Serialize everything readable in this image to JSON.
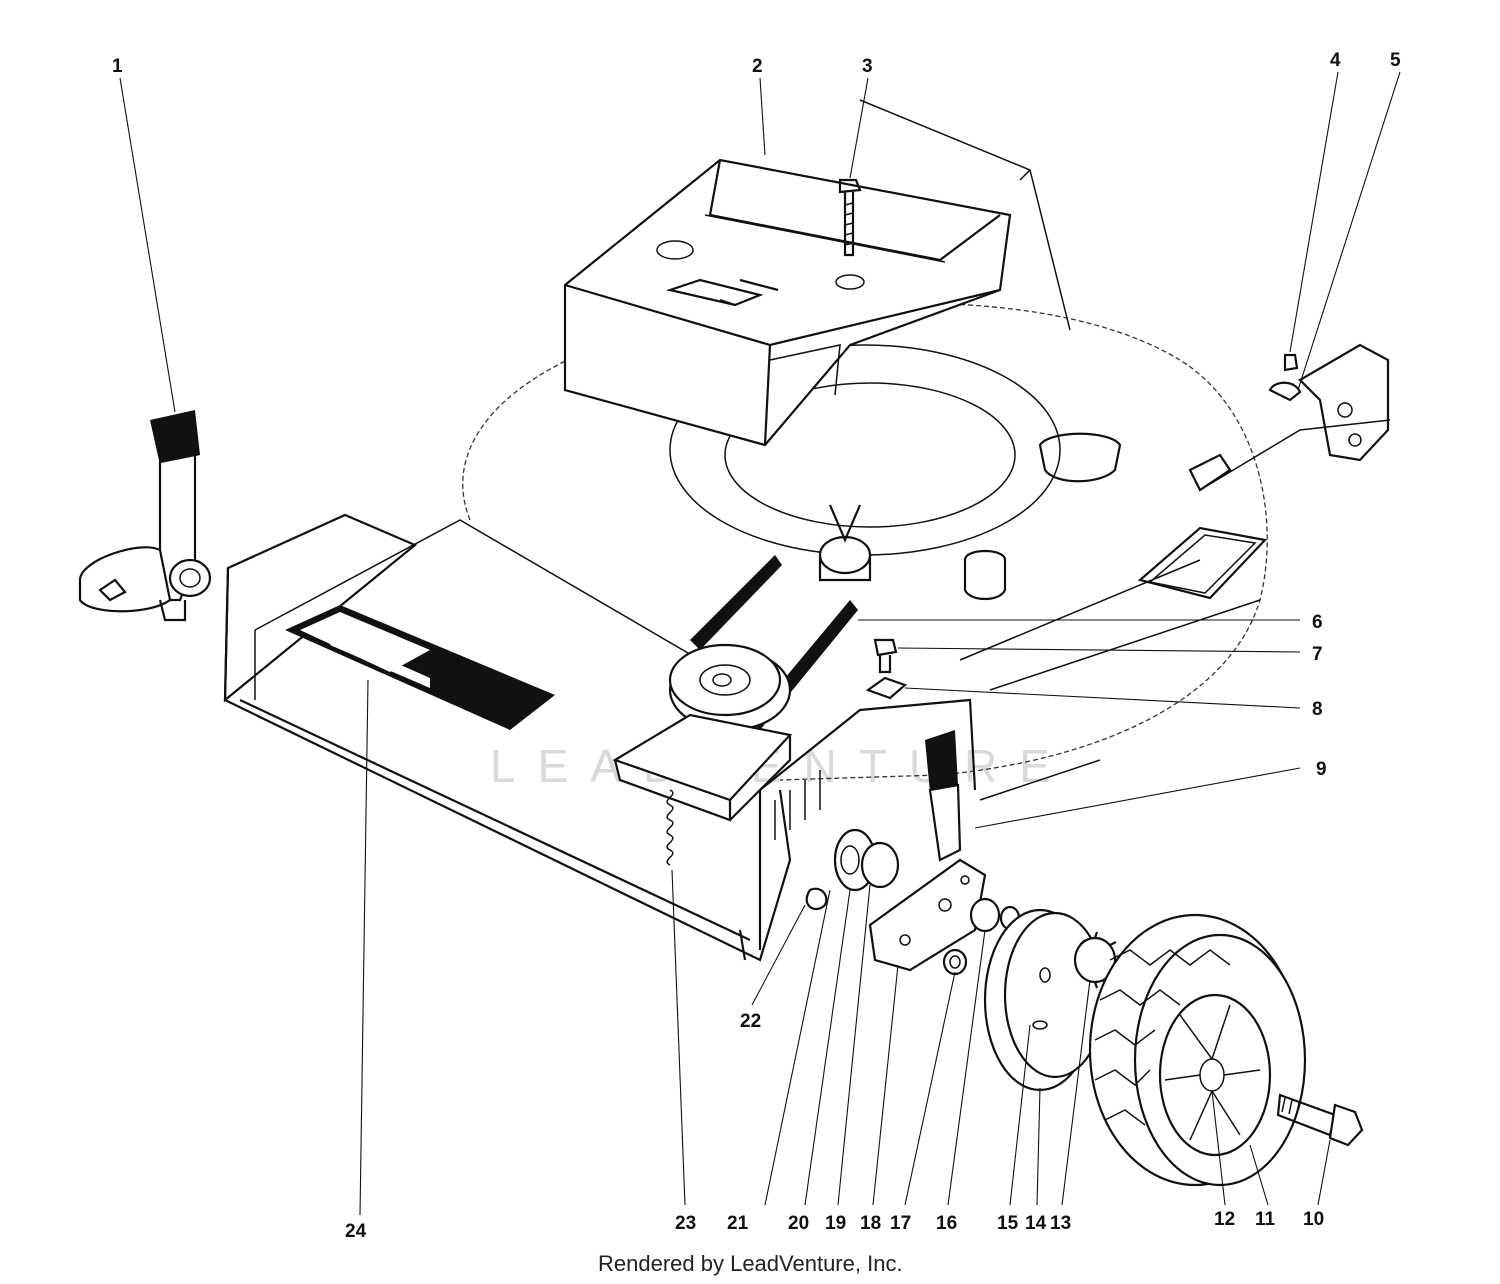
{
  "diagram": {
    "part_numbers": [
      "1",
      "2",
      "3",
      "4",
      "5",
      "6",
      "7",
      "8",
      "9",
      "10",
      "11",
      "12",
      "13",
      "14",
      "15",
      "16",
      "17",
      "18",
      "19",
      "20",
      "21",
      "22",
      "23",
      "24"
    ],
    "watermark": "LEADVENTURE",
    "credit": "Rendered by LeadVenture, Inc."
  }
}
